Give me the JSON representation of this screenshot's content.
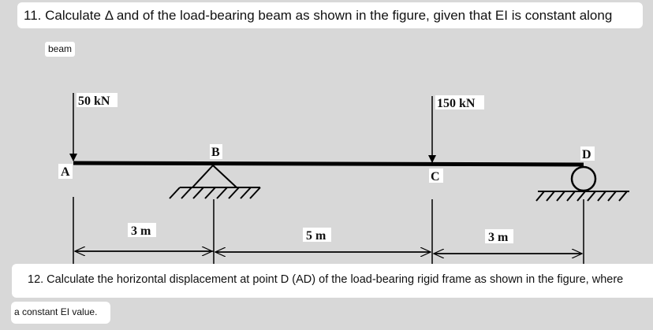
{
  "question_11": {
    "text": "11. Calculate Δ and of the load-bearing beam as shown in the figure, given that EI is constant along",
    "continuation": "beam"
  },
  "figure": {
    "loads": [
      {
        "label": "50 kN",
        "point": "A"
      },
      {
        "label": "150 kN",
        "point": "C"
      }
    ],
    "points": {
      "A": "A",
      "B": "B",
      "C": "C",
      "D": "D"
    },
    "supports": {
      "B": "pin",
      "D": "roller"
    },
    "dimensions": [
      {
        "label": "3 m",
        "from": "A",
        "to": "B"
      },
      {
        "label": "5 m",
        "from": "B",
        "to": "C"
      },
      {
        "label": "3 m",
        "from": "C",
        "to": "D"
      }
    ],
    "line_color": "#000000",
    "background_color": "#d8d8d8"
  },
  "question_12": {
    "text": "12. Calculate the horizontal displacement at point D (AD) of the load-bearing rigid frame as shown in the figure, where",
    "continuation": "a constant EI value."
  }
}
